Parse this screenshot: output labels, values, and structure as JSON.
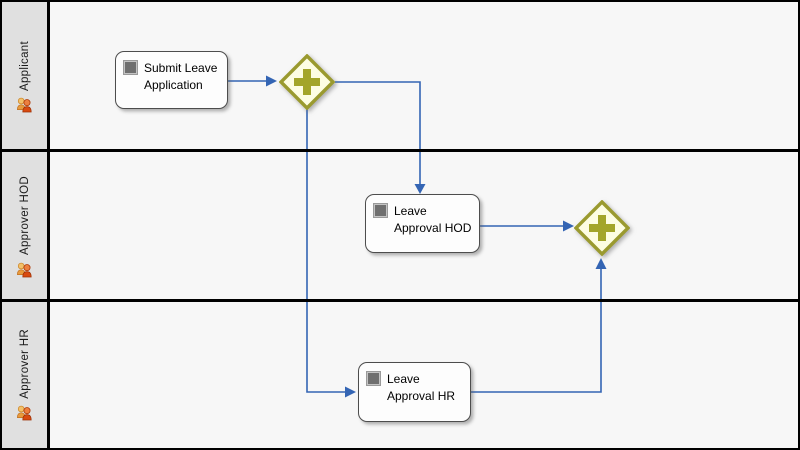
{
  "colors": {
    "connector": "#3465b4",
    "lane-header-bg": "#e0e0e0",
    "lane-body-bg": "#f7f7f7",
    "gateway-fill": "#fdfde3",
    "gateway-border": "#9a9a2f",
    "gateway-plus": "#a3a52a",
    "task-bg": "#fdfdfd",
    "task-border": "#4d4d4d",
    "task-icon-fill": "#6f6f6f",
    "pool-border": "#000000"
  },
  "lanes": [
    {
      "label": "Applicant"
    },
    {
      "label": "Approver HOD"
    },
    {
      "label": "Approver HR"
    }
  ],
  "tasks": {
    "submit": {
      "label": "Submit Leave\nApplication"
    },
    "hod": {
      "label": "Leave\nApproval HOD"
    },
    "hr": {
      "label": "Leave\nApproval HR"
    }
  },
  "gateways": [
    {
      "name": "parallel-gateway-split",
      "type": "parallel",
      "symbol": "+"
    },
    {
      "name": "parallel-gateway-join",
      "type": "parallel",
      "symbol": "+"
    }
  ]
}
